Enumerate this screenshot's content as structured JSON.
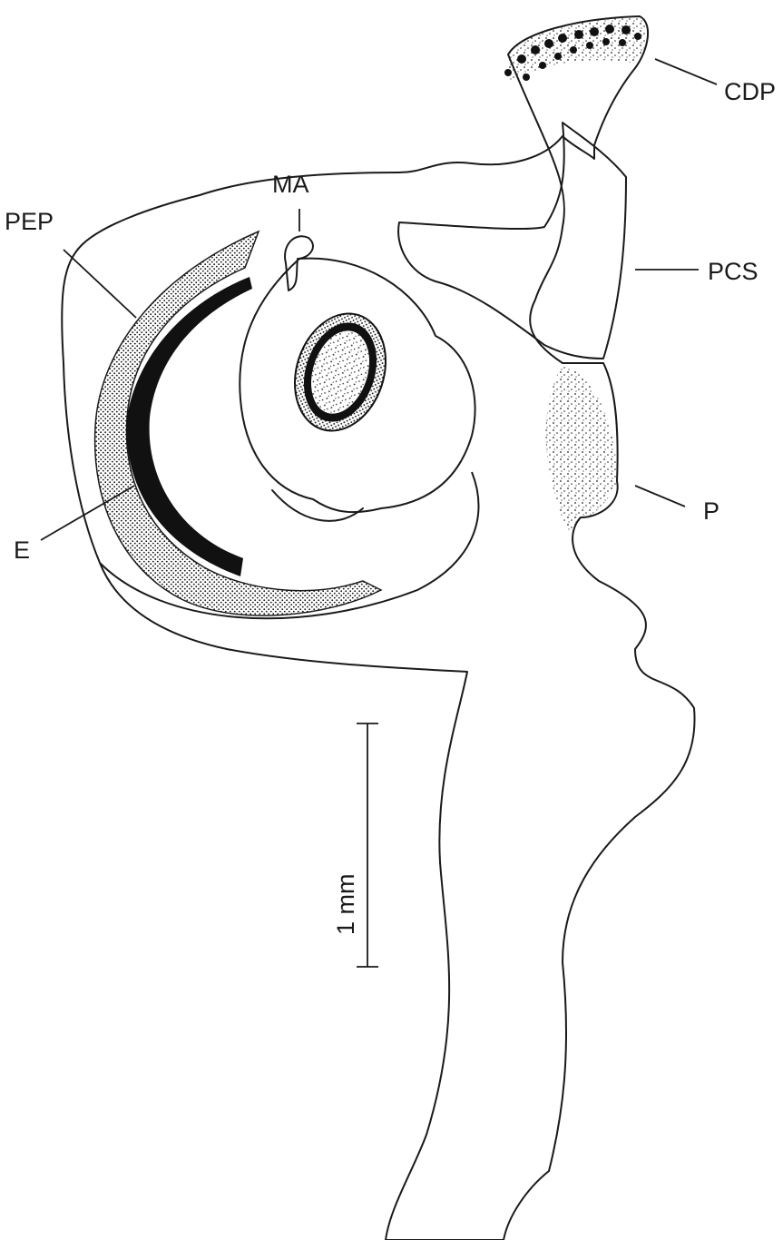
{
  "figure": {
    "labels": {
      "cdp": "CDP",
      "ma": "MA",
      "pep": "PEP",
      "pcs": "PCS",
      "e": "E",
      "p": "P"
    },
    "scale_bar": {
      "label": "1 mm"
    }
  },
  "colors": {
    "ink": "#1a1a1a",
    "paper": "#ffffff",
    "stipple_light": "#c8c8c8",
    "stipple_dark": "#7a7a7a"
  }
}
